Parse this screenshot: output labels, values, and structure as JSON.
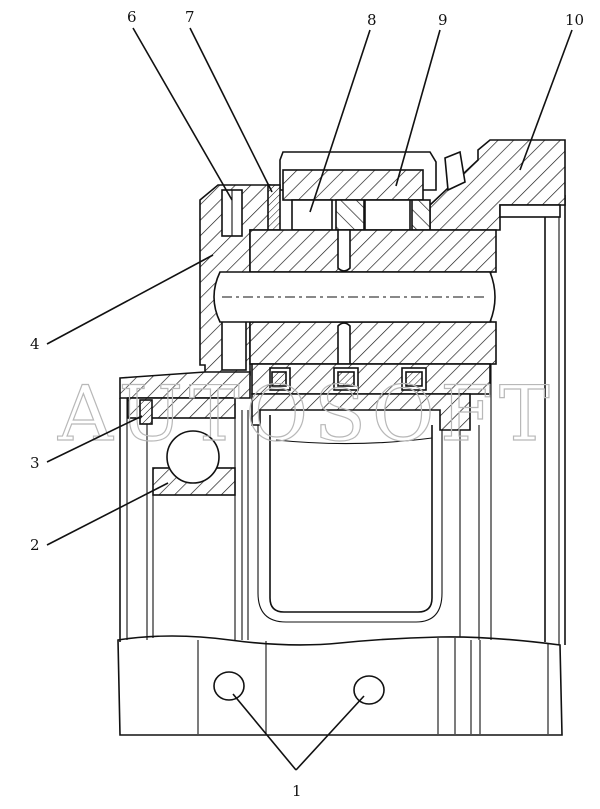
{
  "diagram": {
    "labels": {
      "l1": "1",
      "l2": "2",
      "l3": "3",
      "l4": "4",
      "l6": "6",
      "l7": "7",
      "l8": "8",
      "l9": "9",
      "l10": "10"
    },
    "watermark": "AUTOSOFT"
  }
}
